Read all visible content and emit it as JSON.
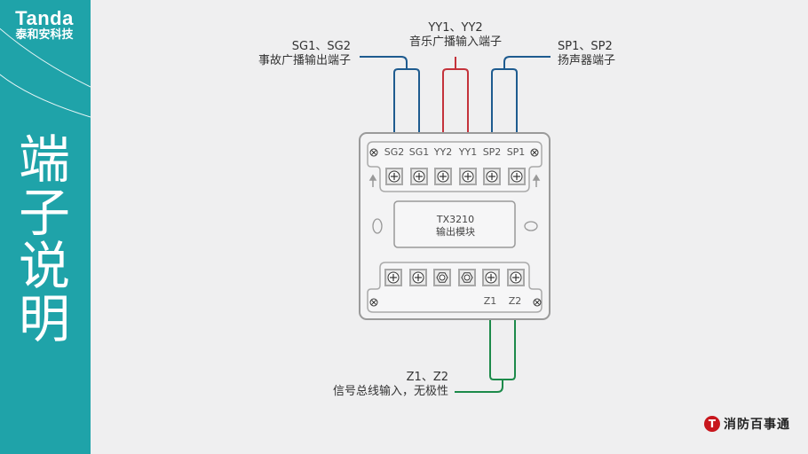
{
  "sidebar": {
    "brand_en": "Tanda",
    "brand_cn": "泰和安科技",
    "title_chars": [
      "端",
      "子",
      "说",
      "明"
    ],
    "color": "#1fa3a9"
  },
  "labels": {
    "sg": {
      "codes": "SG1、SG2",
      "desc": "事故广播输出端子"
    },
    "yy": {
      "codes": "YY1、YY2",
      "desc": "音乐广播输入端子"
    },
    "sp": {
      "codes": "SP1、SP2",
      "desc": "扬声器端子"
    },
    "z": {
      "codes": "Z1、Z2",
      "desc": "信号总线输入，无极性"
    }
  },
  "module": {
    "model": "TX3210",
    "name": "输出模块",
    "top_terminals": [
      "SG2",
      "SG1",
      "YY2",
      "YY1",
      "SP2",
      "SP1"
    ],
    "bottom_terminal_types": [
      "screw",
      "screw",
      "nut",
      "nut",
      "screw",
      "screw"
    ],
    "bottom_labels": [
      "Z1",
      "Z2"
    ]
  },
  "wire_colors": {
    "sg": "#1e5b8f",
    "yy": "#c4323b",
    "sp": "#1e5b8f",
    "z": "#1c8a4a"
  },
  "footer": {
    "logo_glyph": "T",
    "brand": "消防百事通"
  }
}
